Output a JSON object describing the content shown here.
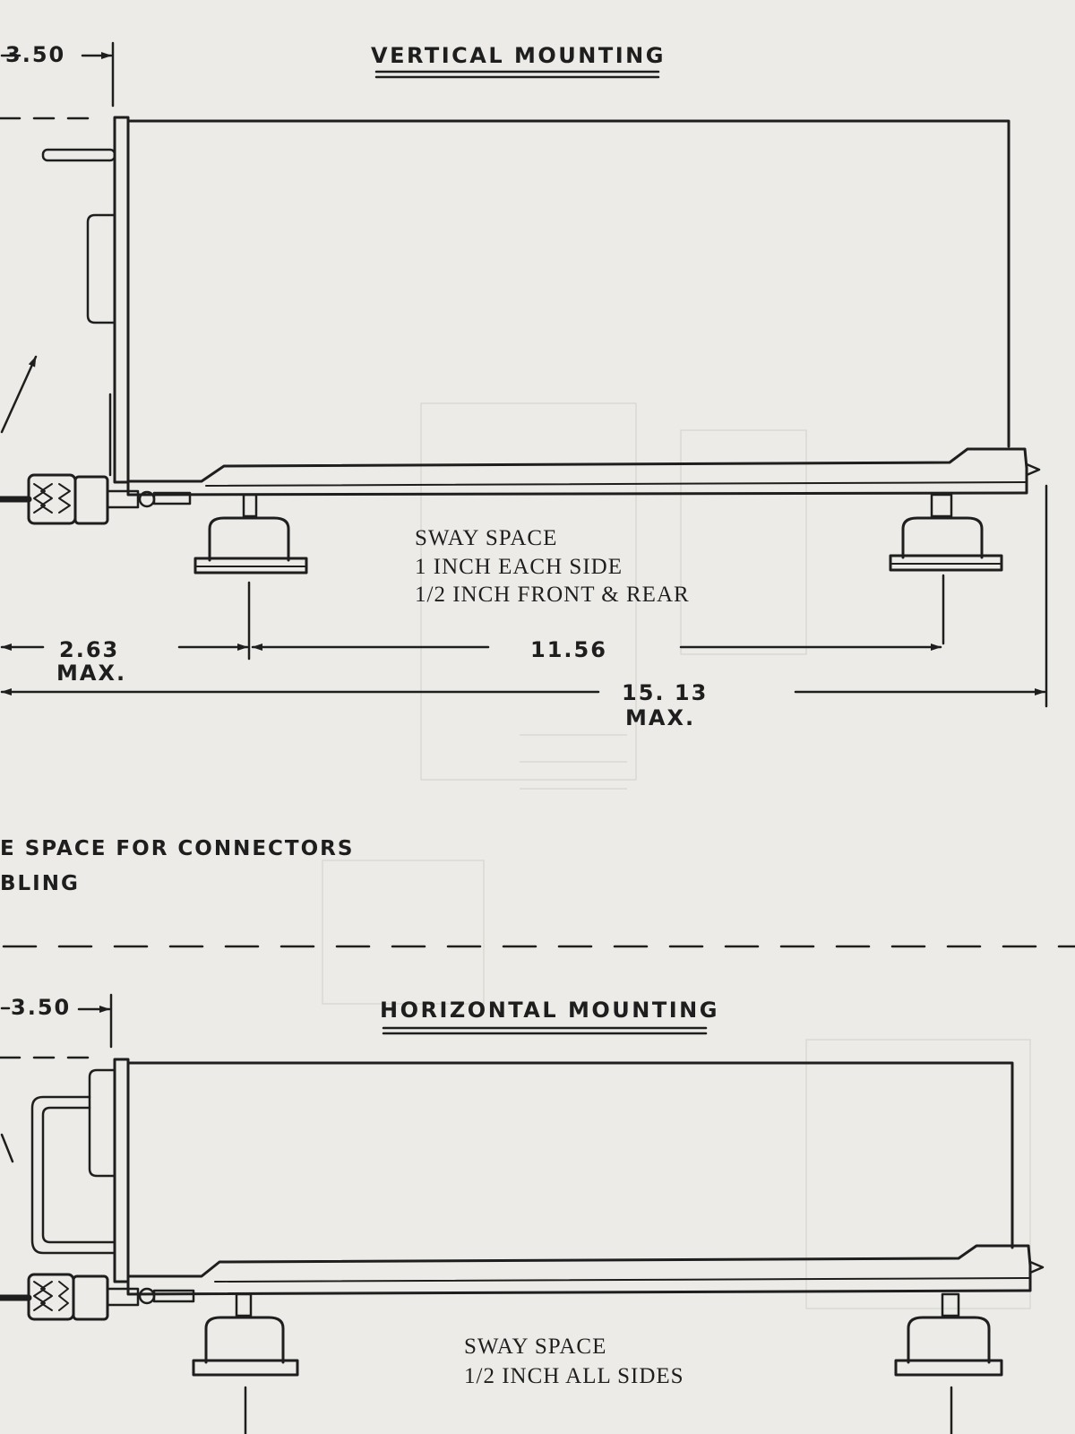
{
  "vertical": {
    "title": "VERTICAL MOUNTING",
    "top_dim": "3.50",
    "sway": [
      "SWAY SPACE",
      "1 INCH EACH SIDE",
      "1/2 INCH FRONT & REAR"
    ],
    "dim_front_value": "2.63",
    "dim_front_max": "MAX.",
    "dim_feet": "11.56",
    "dim_overall_value": "15. 13",
    "dim_overall_max": "MAX."
  },
  "connector_note": [
    "E SPACE FOR CONNECTORS",
    "BLING"
  ],
  "horizontal": {
    "title": "HORIZONTAL MOUNTING",
    "top_dim": "3.50",
    "sway": [
      "SWAY SPACE",
      "1/2 INCH ALL SIDES"
    ]
  }
}
